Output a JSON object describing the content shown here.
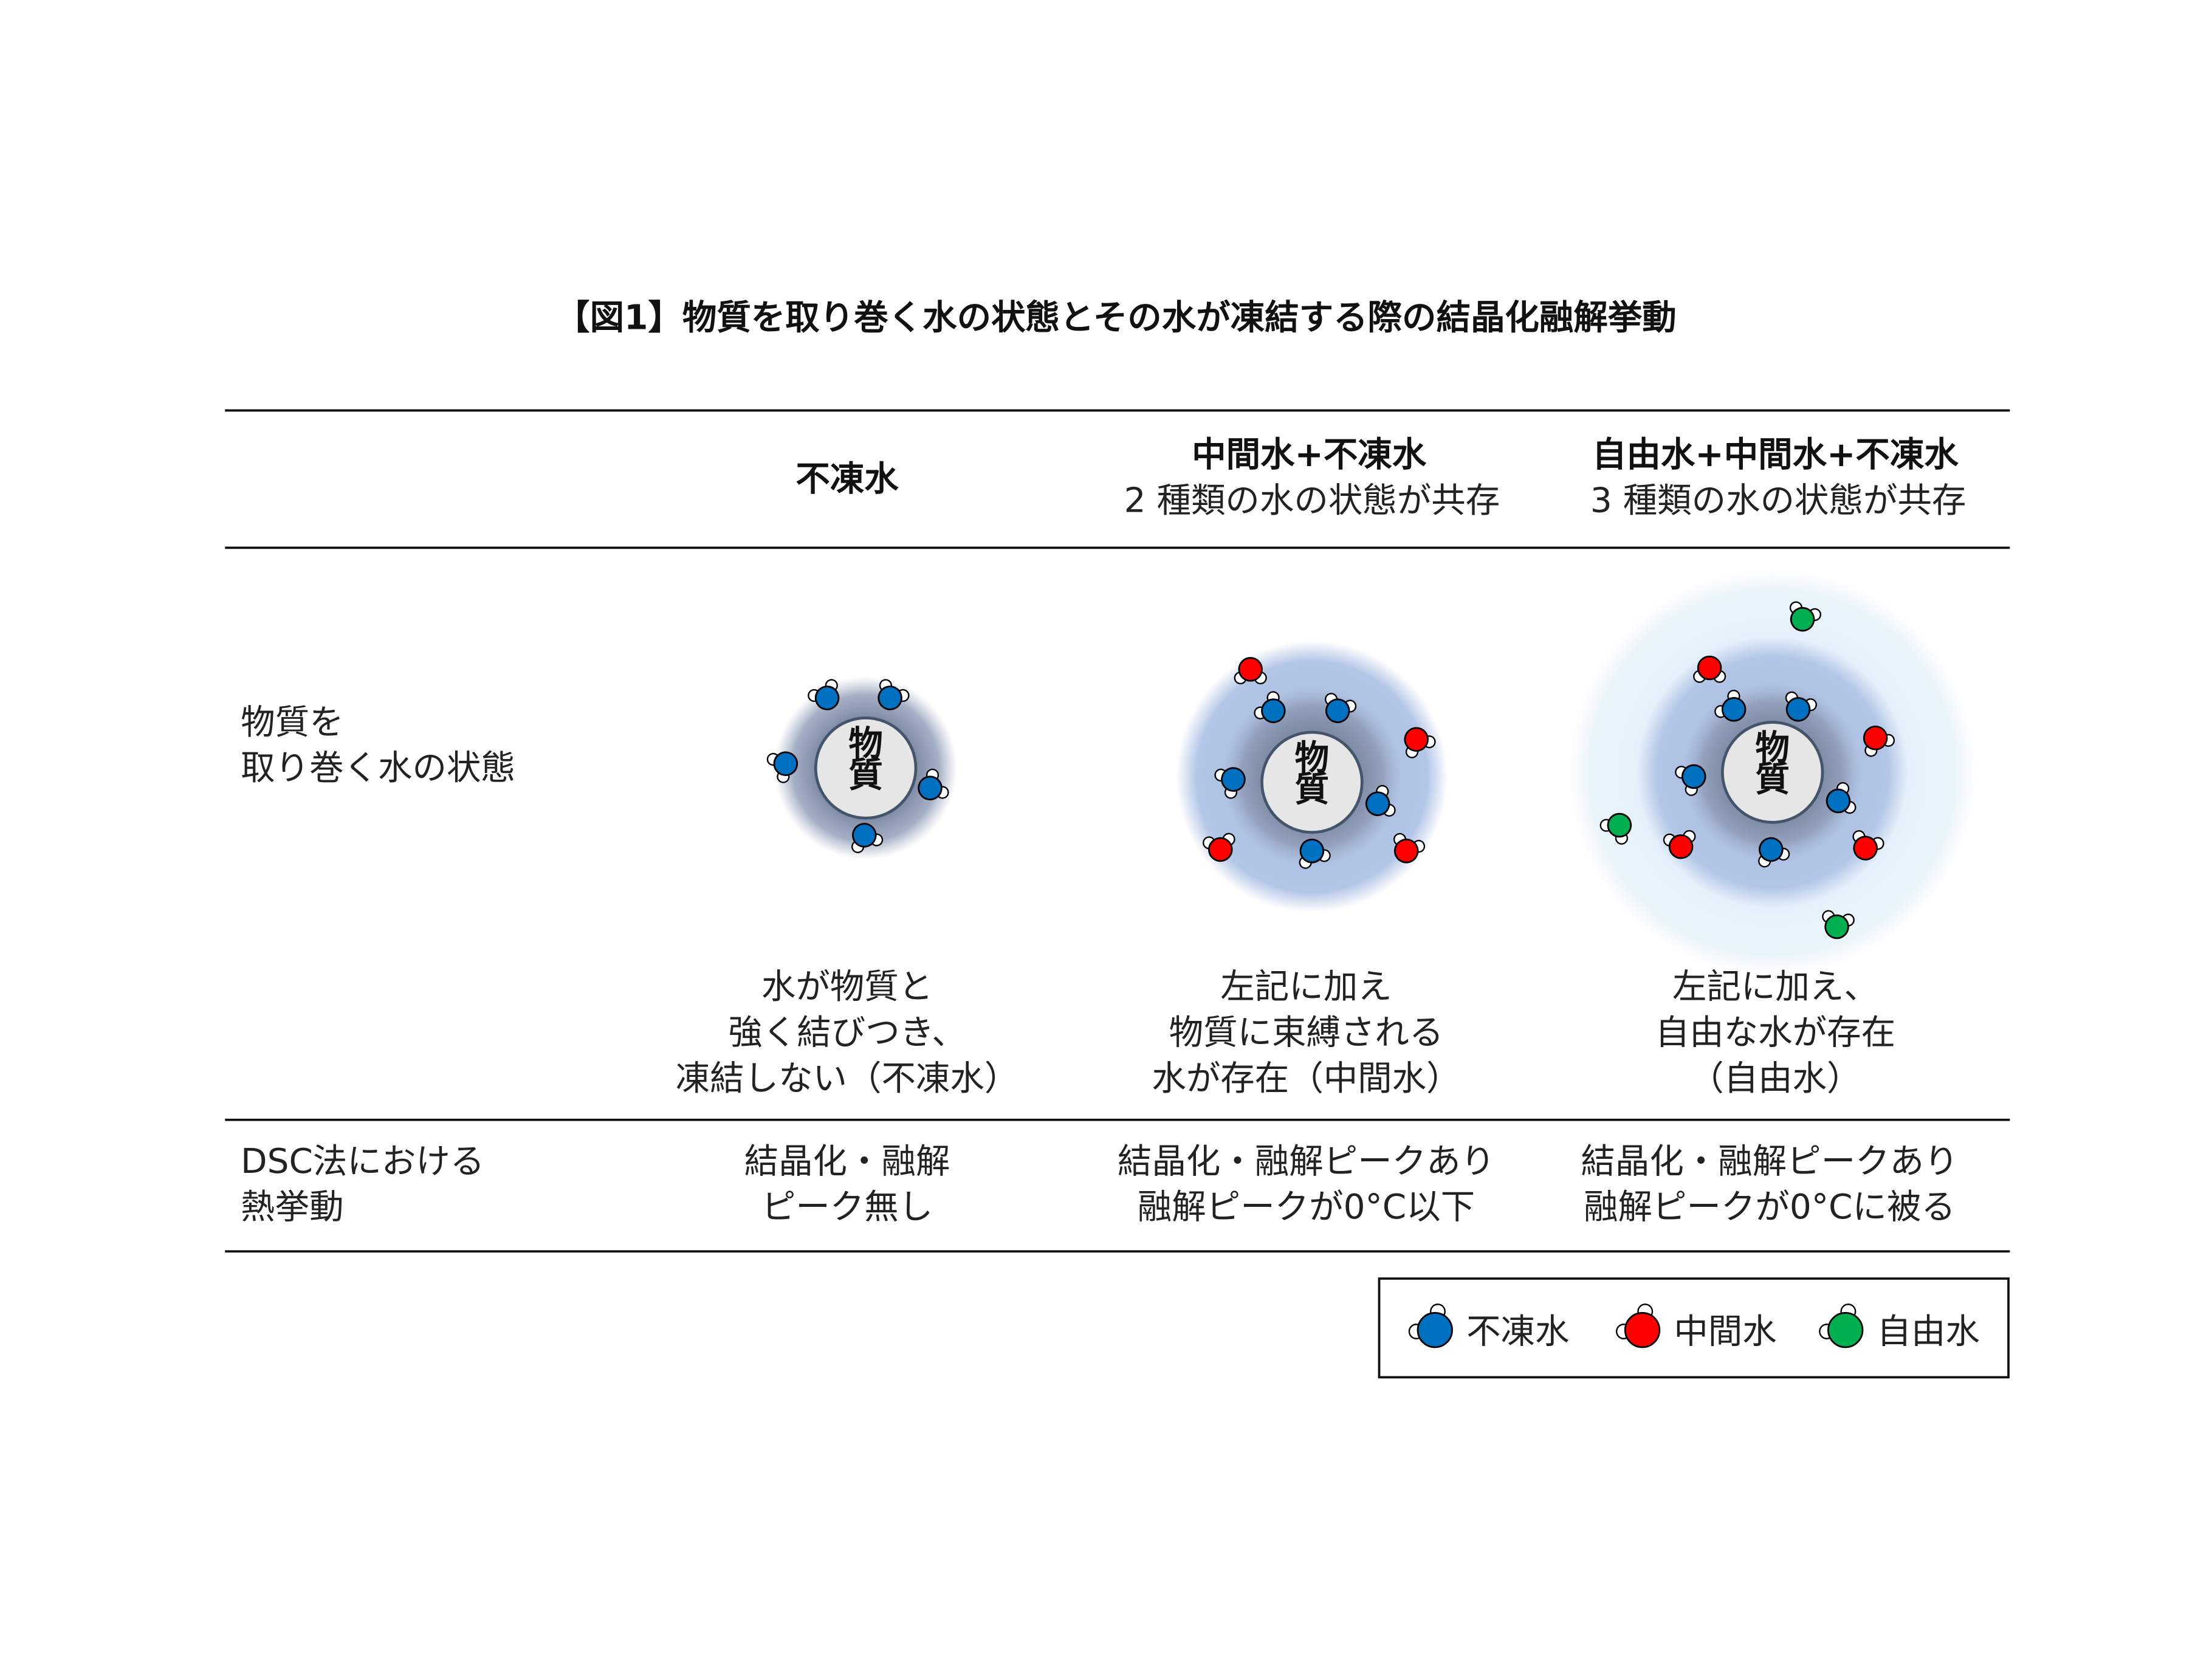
{
  "title": "【図1】物質を取り巻く水の状態とその水が凍結する際の結晶化融解挙動",
  "columns": [
    {
      "head": "不凍水",
      "sub": ""
    },
    {
      "head": "中間水+不凍水",
      "sub": "2 種類の水の状態が共存"
    },
    {
      "head": "自由水+中間水+不凍水",
      "sub": "3 種類の水の状態が共存"
    }
  ],
  "rows": {
    "state_label": [
      "物質を",
      "取り巻く水の状態"
    ],
    "dsc_label": [
      "DSC法における",
      "熱挙動"
    ]
  },
  "core_label": [
    "物",
    "質"
  ],
  "descriptions": [
    [
      "水が物質と",
      "強く結びつき、",
      "凍結しない（不凍水）"
    ],
    [
      "左記に加え",
      "物質に束縛される",
      "水が存在（中間水）"
    ],
    [
      "左記に加え、",
      "自由な水が存在",
      "（自由水）"
    ]
  ],
  "dsc": [
    [
      "結晶化・融解",
      "ピーク無し"
    ],
    [
      "結晶化・融解ピークあり",
      "融解ピークが0°C以下"
    ],
    [
      "結晶化・融解ピークあり",
      "融解ピークが0°Cに被る"
    ]
  ],
  "legend": [
    {
      "label": "不凍水",
      "color": "#0070c0"
    },
    {
      "label": "中間水",
      "color": "#ff0000"
    },
    {
      "label": "自由水",
      "color": "#00b050"
    }
  ]
}
